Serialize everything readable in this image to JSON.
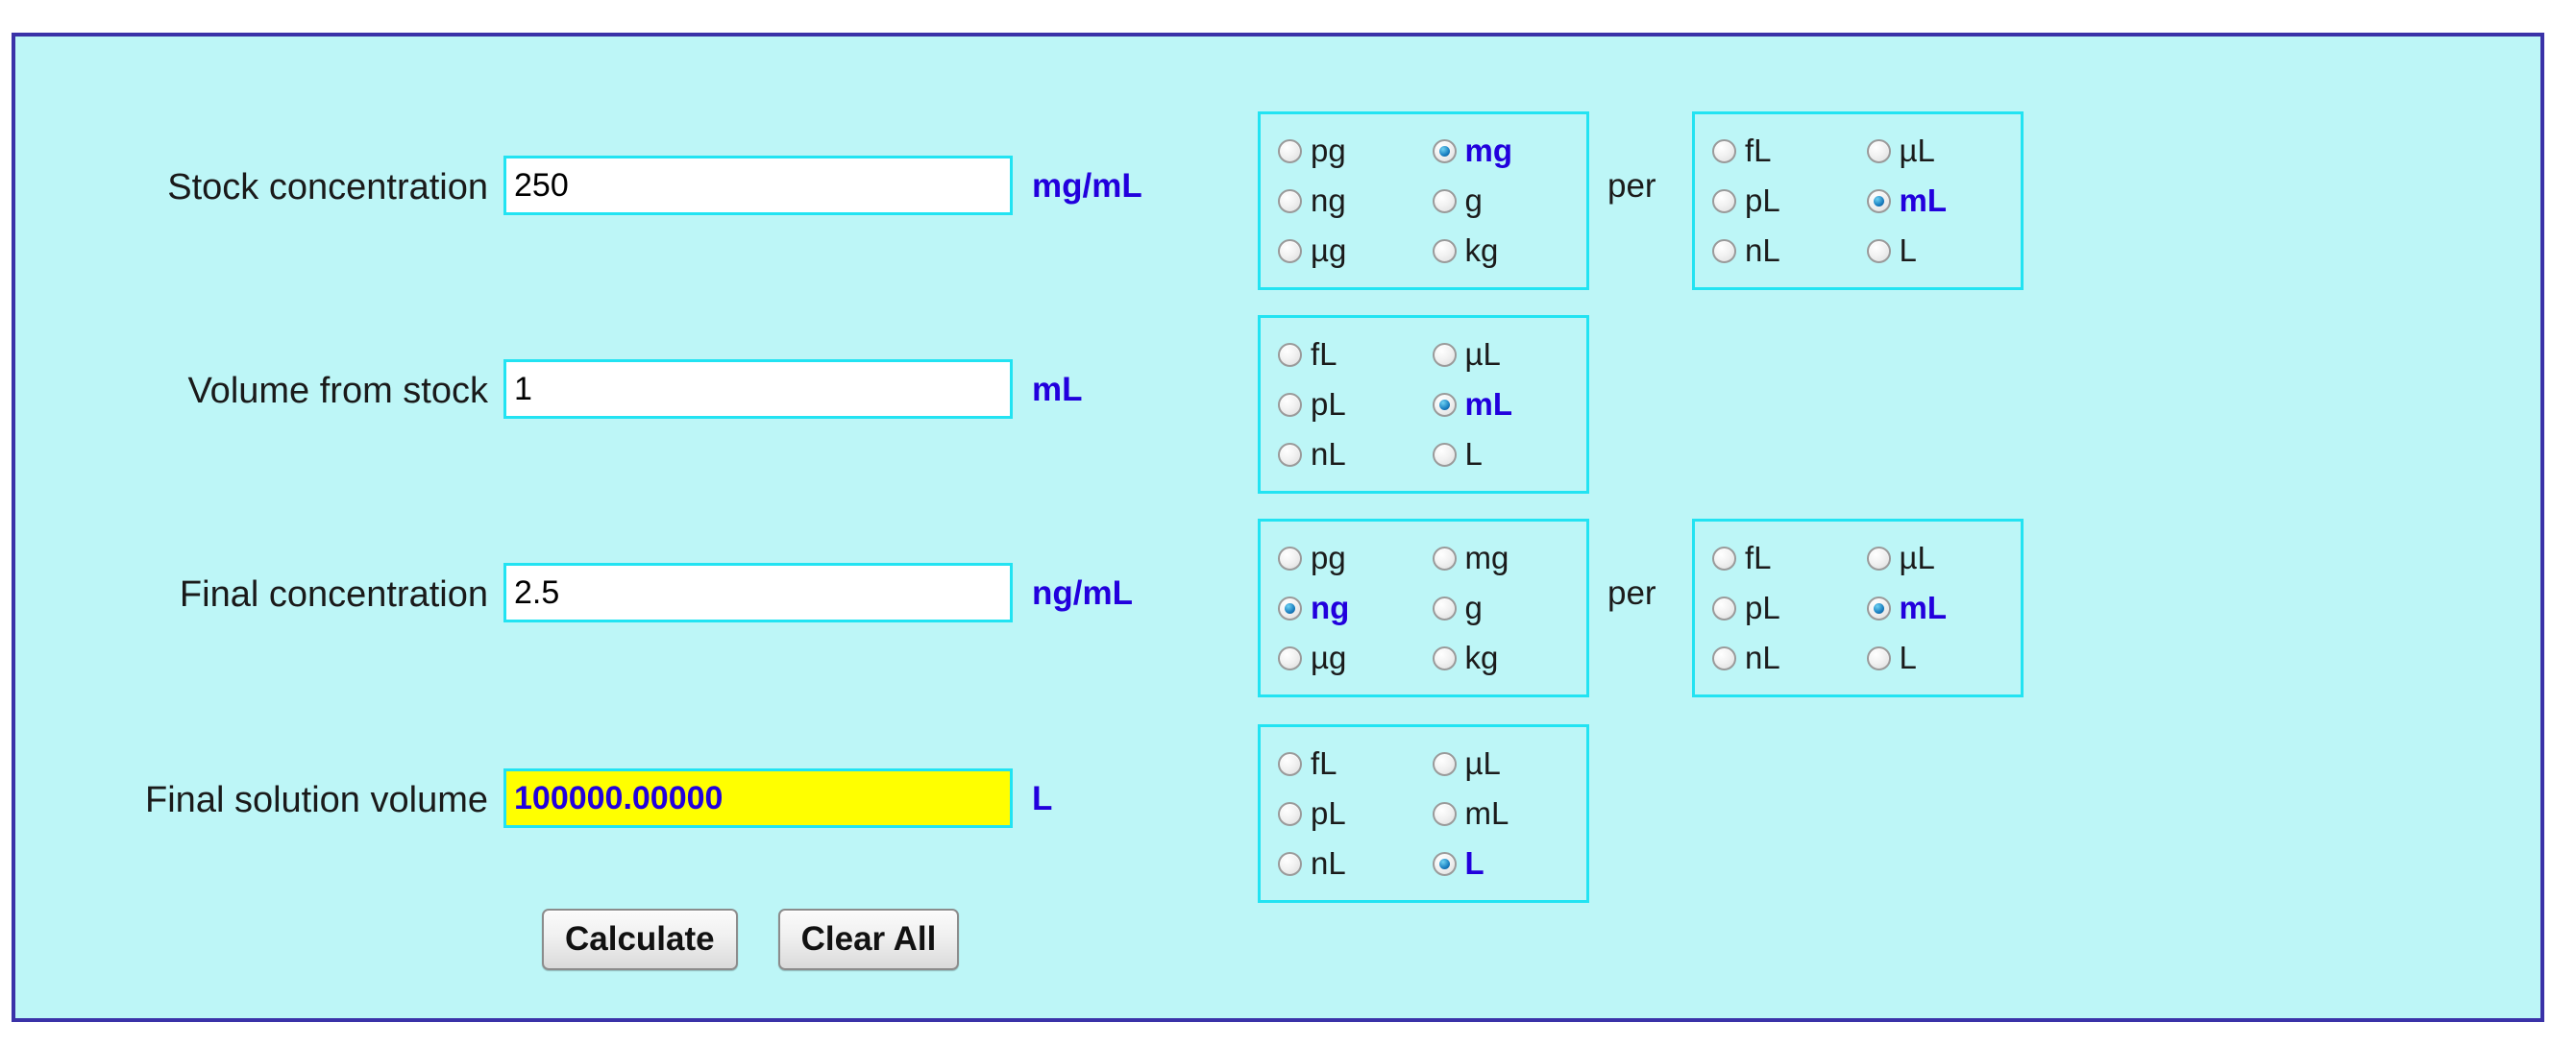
{
  "panel": {
    "background_color": "#bdf6f7",
    "border_color": "#3a32a8",
    "accent_color": "#22e3f2",
    "value_color": "#2200dd",
    "result_highlight_color": "#ffff00"
  },
  "rows": [
    {
      "label": "Stock concentration",
      "value": "250",
      "unit": "mg/mL",
      "mass_group": {
        "selected": "mg",
        "options": [
          "pg",
          "ng",
          "µg",
          "mg",
          "g",
          "kg"
        ]
      },
      "per_label": "per",
      "volume_group": {
        "selected": "mL",
        "options": [
          "fL",
          "pL",
          "nL",
          "µL",
          "mL",
          "L"
        ]
      }
    },
    {
      "label": "Volume from stock",
      "value": "1",
      "unit": "mL",
      "volume_group": {
        "selected": "mL",
        "options": [
          "fL",
          "pL",
          "nL",
          "µL",
          "mL",
          "L"
        ]
      }
    },
    {
      "label": "Final concentration",
      "value": "2.5",
      "unit": "ng/mL",
      "mass_group": {
        "selected": "ng",
        "options": [
          "pg",
          "ng",
          "µg",
          "mg",
          "g",
          "kg"
        ]
      },
      "per_label": "per",
      "volume_group": {
        "selected": "mL",
        "options": [
          "fL",
          "pL",
          "nL",
          "µL",
          "mL",
          "L"
        ]
      }
    },
    {
      "label": "Final solution volume",
      "value": "100000.00000",
      "unit": "L",
      "is_result": true,
      "volume_group": {
        "selected": "L",
        "options": [
          "fL",
          "pL",
          "nL",
          "µL",
          "mL",
          "L"
        ]
      }
    }
  ],
  "buttons": {
    "calculate": "Calculate",
    "clear_all": "Clear All"
  }
}
